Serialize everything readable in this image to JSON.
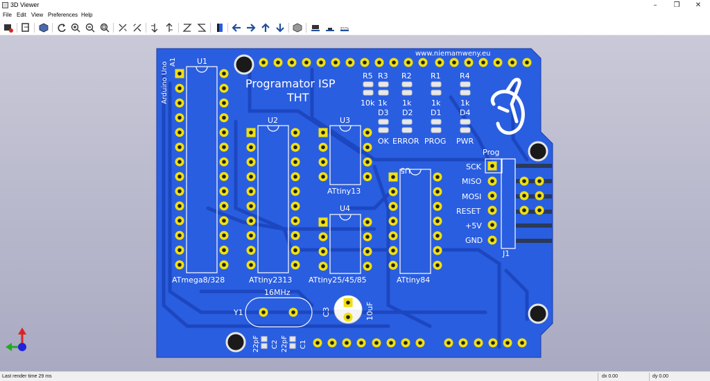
{
  "window": {
    "title": "3D Viewer",
    "minimize": "–",
    "maximize": "❐",
    "close": "✕"
  },
  "menu": [
    "File",
    "Edit",
    "View",
    "Preferences",
    "Help"
  ],
  "toolbar_icons": [
    "render-icon",
    "copy-icon",
    "cube-icon",
    "reload-icon",
    "zoom-in-icon",
    "zoom-out-icon",
    "zoom-fit-icon",
    "rotate-x-cw-icon",
    "rotate-x-ccw-icon",
    "rotate-y-cw-icon",
    "rotate-y-ccw-icon",
    "rotate-z-cw-icon",
    "rotate-z-ccw-icon",
    "flip-board-icon",
    "pan-left-icon",
    "pan-right-icon",
    "pan-up-icon",
    "pan-down-icon",
    "ortho-icon",
    "show-tht-icon",
    "show-smd-icon",
    "show-virtual-icon"
  ],
  "board": {
    "website": "www.niemamweny.eu",
    "title_line1": "Programator ISP",
    "title_line2": "THT",
    "arduino_label": "Arduino Uno",
    "a1_label": "A1",
    "u1": "U1",
    "u1_part": "ATmega8/328",
    "u2": "U2",
    "u2_part": "ATtiny2313",
    "u3": "U3",
    "u3_part": "ATtiny13",
    "u4": "U4",
    "u4_part": "ATtiny25/45/85",
    "u5": "U5",
    "u5_part": "ATtiny84",
    "r5": "R5",
    "r3": "R3",
    "r2": "R2",
    "r1": "R1",
    "r4": "R4",
    "r5_val": "10k",
    "r3_val": "1k",
    "r2_val": "1k",
    "r1_val": "1k",
    "r4_val": "1k",
    "d3": "D3",
    "d2": "D2",
    "d1": "D1",
    "d4": "D4",
    "d3_name": "OK",
    "d2_name": "ERROR",
    "d1_name": "PROG",
    "d4_name": "PWR",
    "prog": "Prog",
    "sck": "SCK",
    "miso": "MISO",
    "mosi": "MOSI",
    "reset": "RESET",
    "v5": "+5V",
    "gnd": "GND",
    "j1": "J1",
    "crystal_freq": "16MHz",
    "y1": "Y1",
    "c3": "C3",
    "c3_val": "10uF",
    "c2": "C2",
    "c1": "C1",
    "c2_val": "22pF",
    "c1_val": "22pF"
  },
  "status": {
    "render_time": "Last render time 29 ms",
    "dx": "dx 0.00",
    "dy": "dy 0.00"
  },
  "colors": {
    "board": "#2a5ee0",
    "copper": "#1f4ed0",
    "pad": "#f0e010",
    "background_top": "#c9c9d8"
  }
}
